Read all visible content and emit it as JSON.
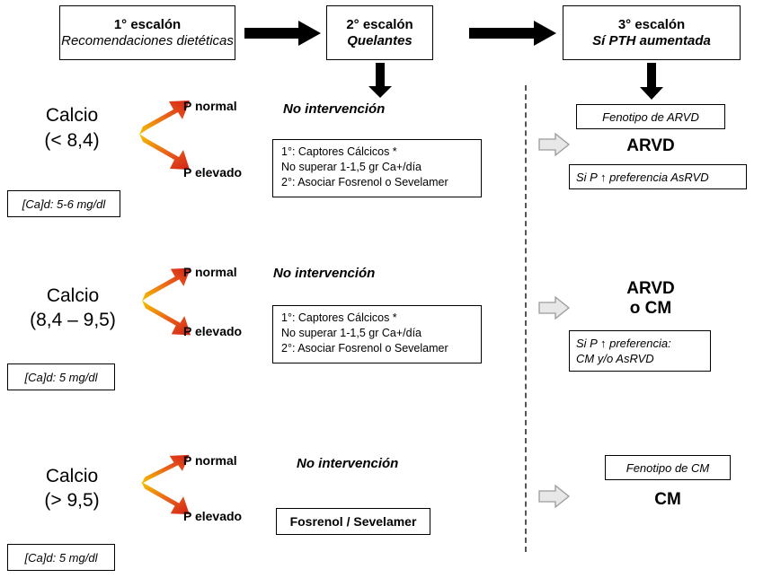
{
  "headers": [
    {
      "line1": "1° escalón",
      "line2": "Recomendaciones dietéticas"
    },
    {
      "line1": "2° escalón",
      "line2": "Quelantes"
    },
    {
      "line1": "3° escalón",
      "line2": "Sí PTH aumentada"
    }
  ],
  "rows": [
    {
      "calcio_label": "Calcio",
      "calcio_range": "(< 8,4)",
      "cad": "[Ca]d: 5-6 mg/dl",
      "p_normal": "P normal",
      "p_elevado": "P elevado",
      "no_intervencion": "No intervención",
      "detail": [
        "1°: Captores Cálcicos *",
        "No superar  1-1,5 gr Ca+/día",
        "2°: Asociar  Fosrenol o Sevelamer"
      ],
      "right_top_box": "Fenotipo de ARVD",
      "right_label": "ARVD",
      "right_bottom_box": [
        "Si P ↑ preferencia AsRVD"
      ]
    },
    {
      "calcio_label": "Calcio",
      "calcio_range": "(8,4 – 9,5)",
      "cad": "[Ca]d: 5 mg/dl",
      "p_normal": "P normal",
      "p_elevado": "P elevado",
      "no_intervencion": "No intervención",
      "detail": [
        "1°: Captores Cálcicos *",
        "No superar  1-1,5 gr Ca+/día",
        "2°: Asociar  Fosrenol o Sevelamer"
      ],
      "right_top_box": "",
      "right_label": "ARVD\no CM",
      "right_label_line1": "ARVD",
      "right_label_line2": "o CM",
      "right_bottom_box": [
        "Si P ↑ preferencia:",
        "CM y/o AsRVD"
      ]
    },
    {
      "calcio_label": "Calcio",
      "calcio_range": "(> 9,5)",
      "cad": "[Ca]d: 5 mg/dl",
      "p_normal": "P normal",
      "p_elevado": "P elevado",
      "no_intervencion": "No intervención",
      "detail_single": "Fosrenol / Sevelamer",
      "right_top_box": "Fenotipo de CM",
      "right_label": "CM",
      "right_bottom_box": []
    }
  ],
  "colors": {
    "arrow_red": "#d42017",
    "arrow_yellow": "#f5c400",
    "arrow_orange": "#f08000",
    "arrow_black": "#000000",
    "gray_arrow_fill": "#e8e8e8",
    "gray_arrow_stroke": "#9a9a9a",
    "dashed_divider": "#555555"
  }
}
